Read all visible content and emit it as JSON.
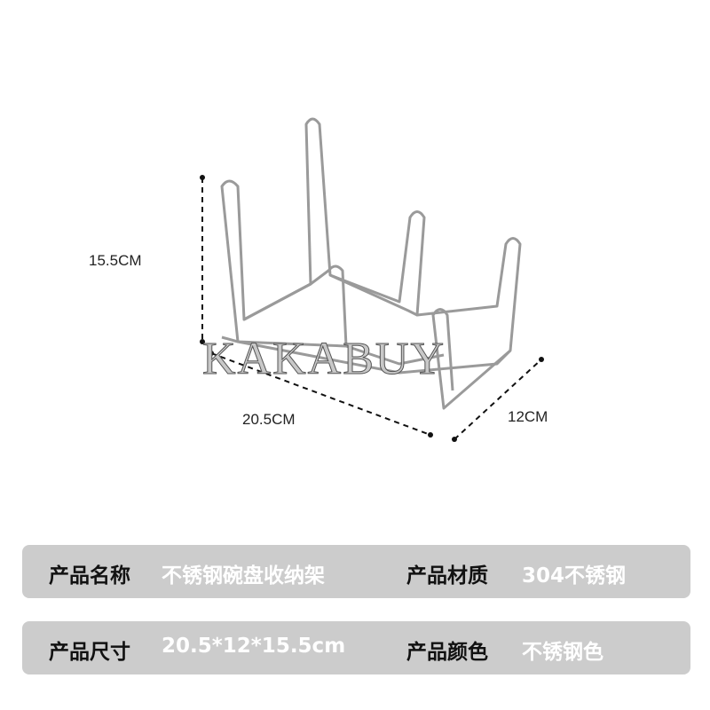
{
  "dimensions": {
    "height": "15.5CM",
    "length": "20.5CM",
    "width": "12CM"
  },
  "watermark": "KAKABUY",
  "specs": [
    {
      "label": "产品名称",
      "value": "不锈钢碗盘收纳架"
    },
    {
      "label": "产品材质",
      "value": "304不锈钢"
    },
    {
      "label": "产品尺寸",
      "value": "20.5*12*15.5cm"
    },
    {
      "label": "产品颜色",
      "value": "不锈钢色"
    }
  ],
  "colors": {
    "bar": "#cccccc",
    "label": "#111111",
    "value": "#ffffff"
  }
}
